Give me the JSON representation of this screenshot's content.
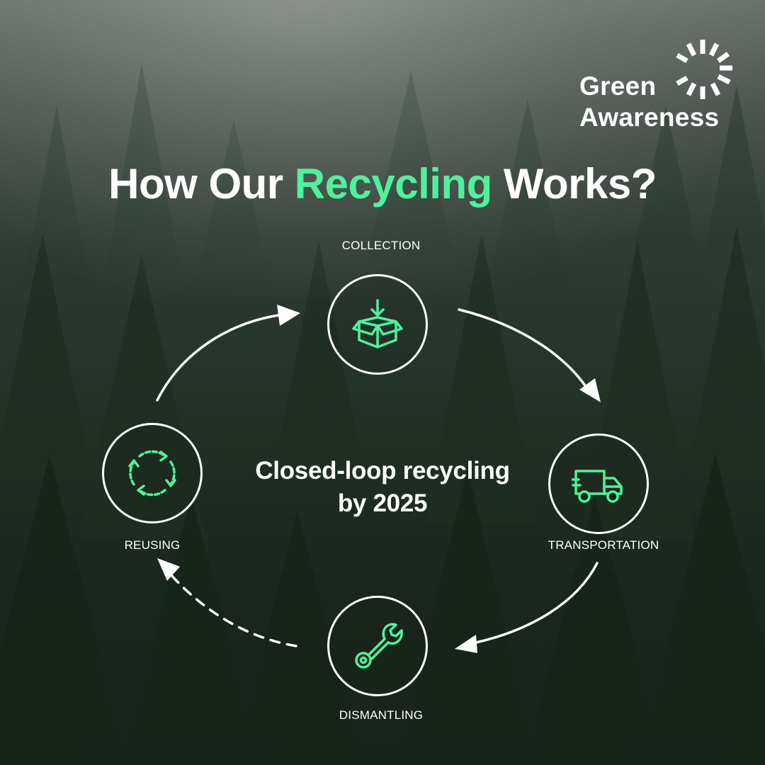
{
  "brand": {
    "line1": "Green",
    "line2": "Awareness",
    "accent_color": "#4ef29b"
  },
  "headline": {
    "part1": "How Our ",
    "accent": "Recycling",
    "part2": " Works?"
  },
  "center": {
    "line1": "Closed-loop recycling",
    "line2": "by 2025"
  },
  "steps": [
    {
      "label": "COLLECTION",
      "icon": "box-arrow-down-icon"
    },
    {
      "label": "TRANSPORTATION",
      "icon": "delivery-truck-icon"
    },
    {
      "label": "DISMANTLING",
      "icon": "wrench-icon"
    },
    {
      "label": "REUSING",
      "icon": "recycle-arrows-icon"
    }
  ]
}
